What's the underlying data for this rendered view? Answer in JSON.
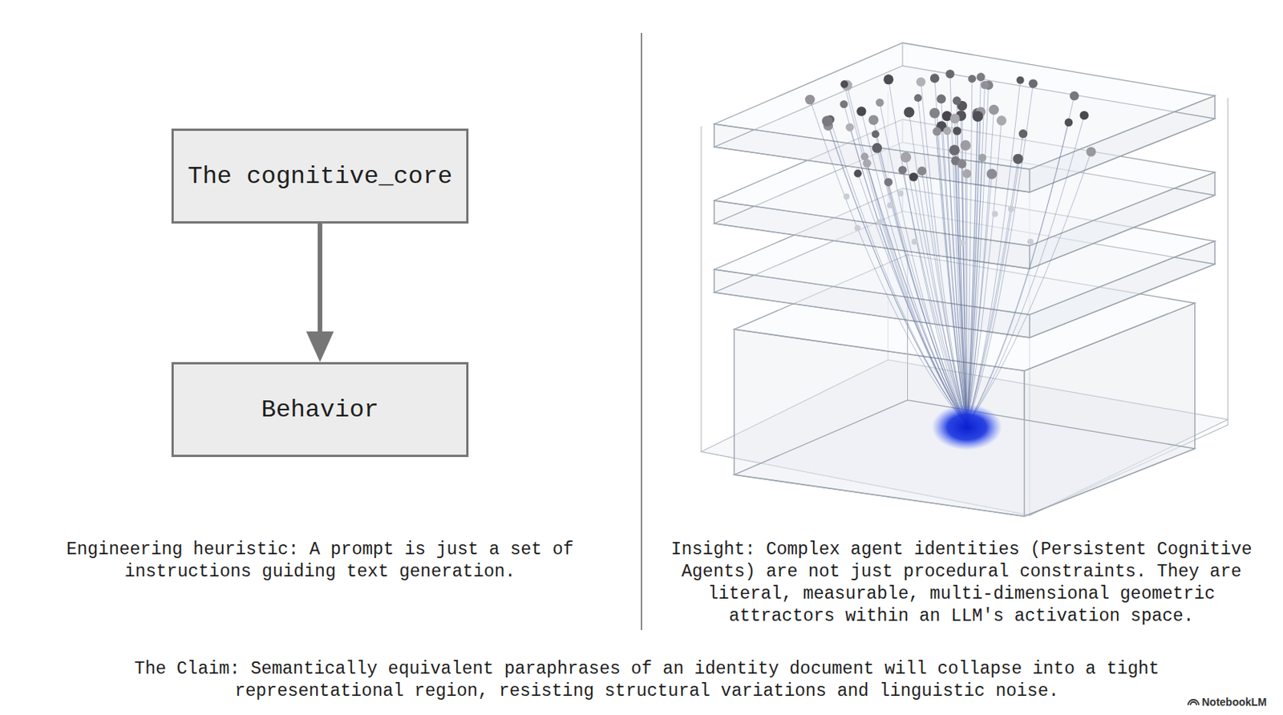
{
  "diagram": {
    "nodes": [
      {
        "text": [
          "The cognitive_core"
        ]
      },
      {
        "text": [
          "Behavior"
        ]
      }
    ],
    "edges": [
      {
        "from": 0,
        "to": 1,
        "arrow": "to"
      }
    ],
    "labels": [
      "Engineering heuristic: A prompt is just a set of instructions guiding text generation.",
      "Insight: Complex agent identities (Persistent Cognitive Agents) are not just procedural constraints. They are literal, measurable, multi-dimensional geometric attractors within an LLM's activation space.",
      "The Claim: Semantically equivalent paraphrases of an identity document will collapse into a tight representational region, resisting structural variations and linguistic noise.",
      "NotebookLM"
    ]
  }
}
